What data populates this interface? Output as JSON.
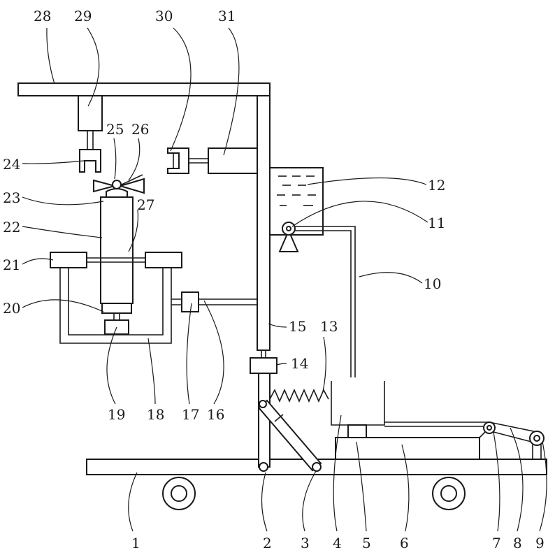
{
  "labels": {
    "n1": "1",
    "n2": "2",
    "n3": "3",
    "n4": "4",
    "n5": "5",
    "n6": "6",
    "n7": "7",
    "n8": "8",
    "n9": "9",
    "n10": "10",
    "n11": "11",
    "n12": "12",
    "n13": "13",
    "n14": "14",
    "n15": "15",
    "n16": "16",
    "n17": "17",
    "n18": "18",
    "n19": "19",
    "n20": "20",
    "n21": "21",
    "n22": "22",
    "n23": "23",
    "n24": "24",
    "n25": "25",
    "n26": "26",
    "n27": "27",
    "n28": "28",
    "n29": "29",
    "n30": "30",
    "n31": "31"
  }
}
